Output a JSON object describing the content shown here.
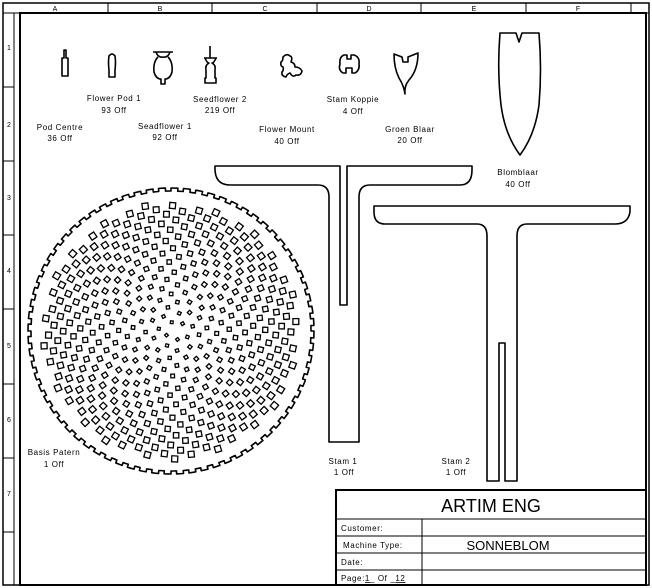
{
  "sheet": {
    "columns": [
      "A",
      "B",
      "C",
      "D",
      "E",
      "F"
    ],
    "rows": [
      "1",
      "2",
      "3",
      "4",
      "5",
      "6",
      "7"
    ]
  },
  "parts": [
    {
      "name": "Pod Centre",
      "qty": "36 Off"
    },
    {
      "name": "Flower Pod 1",
      "qty": "93 Off"
    },
    {
      "name": "Seadflower 1",
      "qty": "92 Off"
    },
    {
      "name": "Seedflower 2",
      "qty": "219 Off"
    },
    {
      "name": "Flower Mount",
      "qty": "40 Off"
    },
    {
      "name": "Stam Koppie",
      "qty": "4 Off"
    },
    {
      "name": "Groen Blaar",
      "qty": "20 Off"
    },
    {
      "name": "Blomblaar",
      "qty": "40 Off"
    },
    {
      "name": "Basis Patern",
      "qty": "1 Off"
    },
    {
      "name": "Stam  1",
      "qty": "1 Off"
    },
    {
      "name": "Stam 2",
      "qty": "1 Off"
    }
  ],
  "title_block": {
    "company": "ARTIM ENG",
    "customer_label": "Customer:",
    "customer_value": "",
    "machine_label": "Machine Type:",
    "machine_value": "SONNEBLOM",
    "date_label": "Date:",
    "date_value": "",
    "page_label": "Page:",
    "page_num": "1",
    "page_of": "Of",
    "page_total": "12"
  }
}
